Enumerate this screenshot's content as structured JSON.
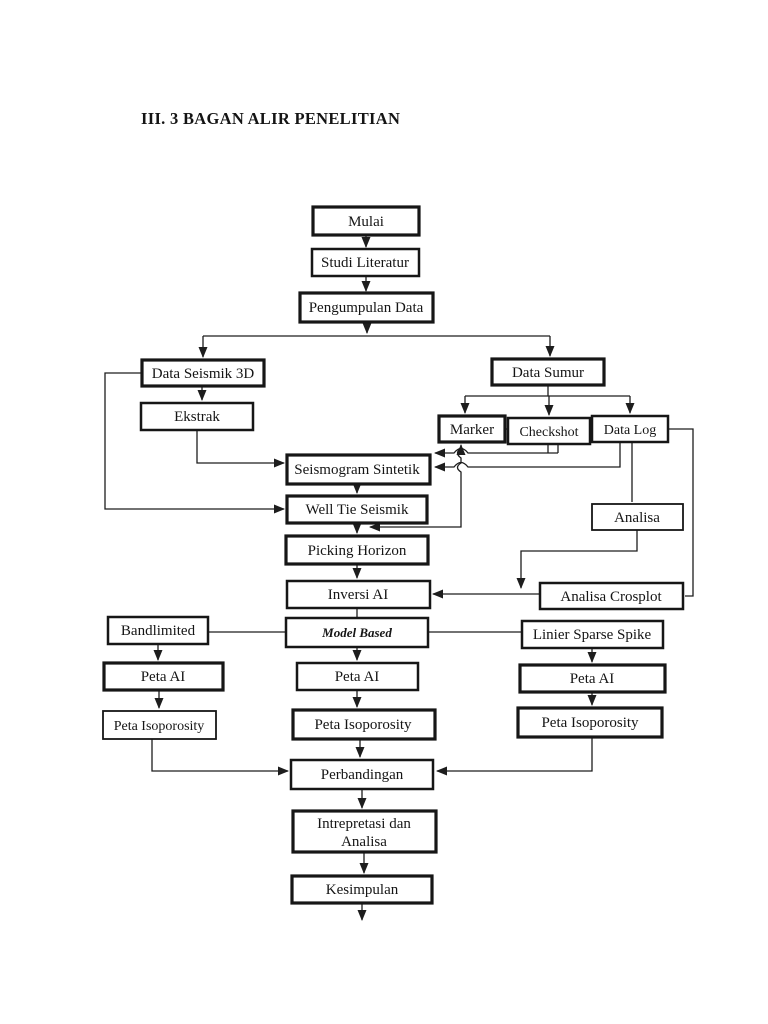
{
  "page": {
    "title": "III. 3 BAGAN ALIR PENELITIAN",
    "background_color": "#ffffff",
    "ink_color": "#1d1d1d",
    "box_fill_color": "#ffffff"
  },
  "nodes": {
    "mulai": "Mulai",
    "studi_literatur": "Studi Literatur",
    "pengumpulan_data": "Pengumpulan Data",
    "data_seismik_3d": "Data Seismik 3D",
    "data_sumur": "Data Sumur",
    "ekstrak": "Ekstrak",
    "marker": "Marker",
    "checkshot": "Checkshot",
    "data_log": "Data Log",
    "seismogram_sintetik": "Seismogram Sintetik",
    "well_tie_seismik": "Well Tie Seismik",
    "analisa": "Analisa",
    "picking_horizon": "Picking Horizon",
    "inversi_ai": "Inversi AI",
    "analisa_crosplot": "Analisa Crosplot",
    "bandlimited": "Bandlimited",
    "model_based": "Model Based",
    "linier_sparse_spike": "Linier Sparse Spike",
    "peta_ai_left": "Peta AI",
    "peta_ai_center": "Peta AI",
    "peta_ai_right": "Peta AI",
    "peta_isoporosity_left": "Peta Isoporosity",
    "peta_isoporosity_center": "Peta Isoporosity",
    "peta_isoporosity_right": "Peta Isoporosity",
    "perbandingan": "Perbandingan",
    "intrepretasi_line1": "Intrepretasi dan",
    "intrepretasi_line2": "Analisa",
    "kesimpulan": "Kesimpulan"
  }
}
